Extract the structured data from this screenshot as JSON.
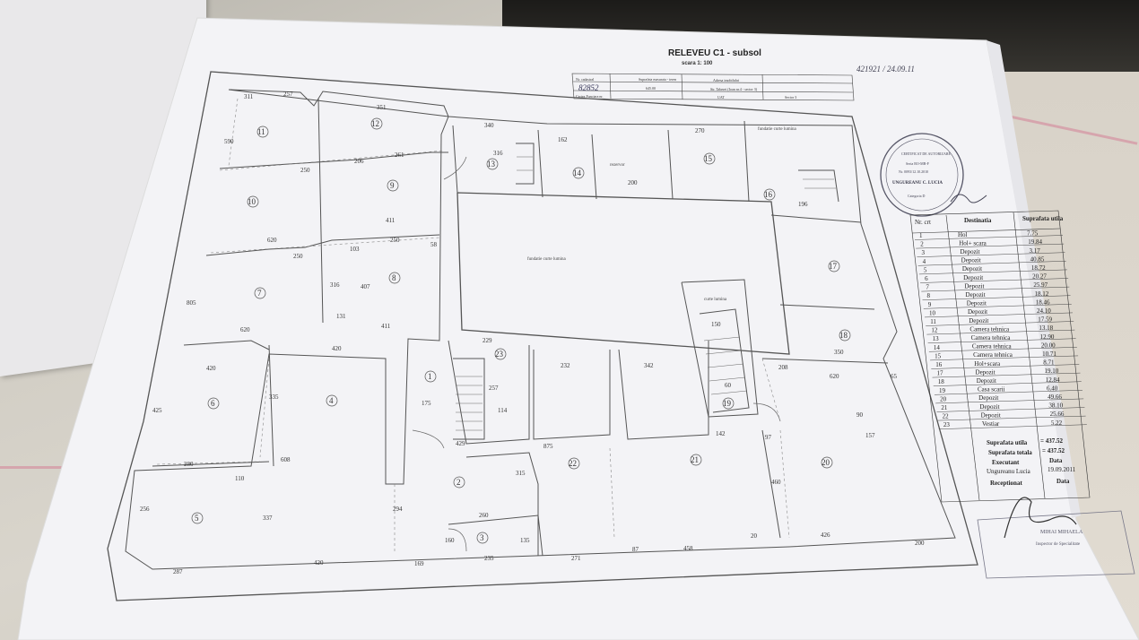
{
  "document": {
    "title": "RELEVEU C1 - subsol",
    "scale": "scara 1: 100",
    "handwritten_ref": "421921 / 24.09.11",
    "cadastral_no": "82852",
    "header_table": {
      "r1": [
        "Nr. cadastral",
        "Suprafata masurata - teren",
        "Adresa imobilului"
      ],
      "r2": [
        "",
        "645.00",
        "Str. Taberei (Ioan nr.4 - sector 3)"
      ],
      "r3": [
        "Cartea Funciara nr.",
        "UAT",
        "Sector 3"
      ]
    }
  },
  "stamp": {
    "line1": "CERTIFICAT DE AUTORIZARE",
    "line2": "Seria RO-MB-F",
    "line3": "Nr. 0093/12.10.2010",
    "name": "UNGUREANU C. LUCIA",
    "cat": "Categoria D"
  },
  "plan": {
    "labels": {
      "fund1": "fundatie curte lumina",
      "fund_top1": "fundatie curte lumina",
      "curte": "curte lumina",
      "resevor": "rezervor"
    },
    "rooms": [
      "1",
      "2",
      "3",
      "4",
      "5",
      "6",
      "7",
      "8",
      "9",
      "10",
      "11",
      "12",
      "13",
      "14",
      "15",
      "16",
      "17",
      "18",
      "19",
      "20",
      "21",
      "22",
      "23"
    ],
    "dims": [
      "311",
      "257",
      "351",
      "590",
      "340",
      "316",
      "162",
      "200",
      "270",
      "250",
      "206",
      "261",
      "411",
      "620",
      "250",
      "103",
      "250",
      "58",
      "805",
      "407",
      "316",
      "620",
      "131",
      "411",
      "420",
      "229",
      "232",
      "342",
      "150",
      "425",
      "420",
      "175",
      "257",
      "114",
      "335",
      "608",
      "280",
      "110",
      "429",
      "875",
      "142",
      "60",
      "460",
      "620",
      "208",
      "350",
      "65",
      "256",
      "337",
      "294",
      "315",
      "260",
      "160",
      "135",
      "287",
      "420",
      "169",
      "235",
      "271",
      "87",
      "458",
      "426",
      "200",
      "90",
      "157",
      "196",
      "97",
      "20"
    ]
  },
  "table": {
    "headers": [
      "Nr. crt",
      "Destinatia",
      "Suprafata utila"
    ],
    "rows": [
      [
        "1",
        "Hol",
        "7.75"
      ],
      [
        "2",
        "Hol+ scara",
        "19.84"
      ],
      [
        "3",
        "Depozit",
        "3.17"
      ],
      [
        "4",
        "Depozit",
        "40.85"
      ],
      [
        "5",
        "Depozit",
        "18.72"
      ],
      [
        "6",
        "Depozit",
        "20.27"
      ],
      [
        "7",
        "Depozit",
        "25.97"
      ],
      [
        "8",
        "Depozit",
        "18.12"
      ],
      [
        "9",
        "Depozit",
        "18.46"
      ],
      [
        "10",
        "Depozit",
        "24.10"
      ],
      [
        "11",
        "Depozit",
        "17.59"
      ],
      [
        "12",
        "Camera tehnica",
        "13.18"
      ],
      [
        "13",
        "Camera tehnica",
        "12.90"
      ],
      [
        "14",
        "Camera tehnica",
        "20.00"
      ],
      [
        "15",
        "Camera tehnica",
        "10.71"
      ],
      [
        "16",
        "Hol+scara",
        "8.71"
      ],
      [
        "17",
        "Depozit",
        "19.10"
      ],
      [
        "18",
        "Depozit",
        "12.84"
      ],
      [
        "19",
        "Casa scarii",
        "6.40"
      ],
      [
        "20",
        "Depozit",
        "49.66"
      ],
      [
        "21",
        "Depozit",
        "38.10"
      ],
      [
        "22",
        "Depozit",
        "25.66"
      ],
      [
        "23",
        "Vestiar",
        "5.22"
      ]
    ],
    "total_util_label": "Suprafata utila",
    "total_util": "= 437.52",
    "total_label": "Suprafata totala",
    "total": "= 437.52",
    "exec_label": "Executant",
    "data_label": "Data",
    "exec_name": "Ungureanu Lucia",
    "exec_date": "19.09.2011",
    "recep_label": "Receptionat",
    "recep_data": "Data"
  },
  "bottom_stamp": {
    "line1": "MIHAI MIHAELA",
    "line2": "Inspector de Specialitate"
  }
}
